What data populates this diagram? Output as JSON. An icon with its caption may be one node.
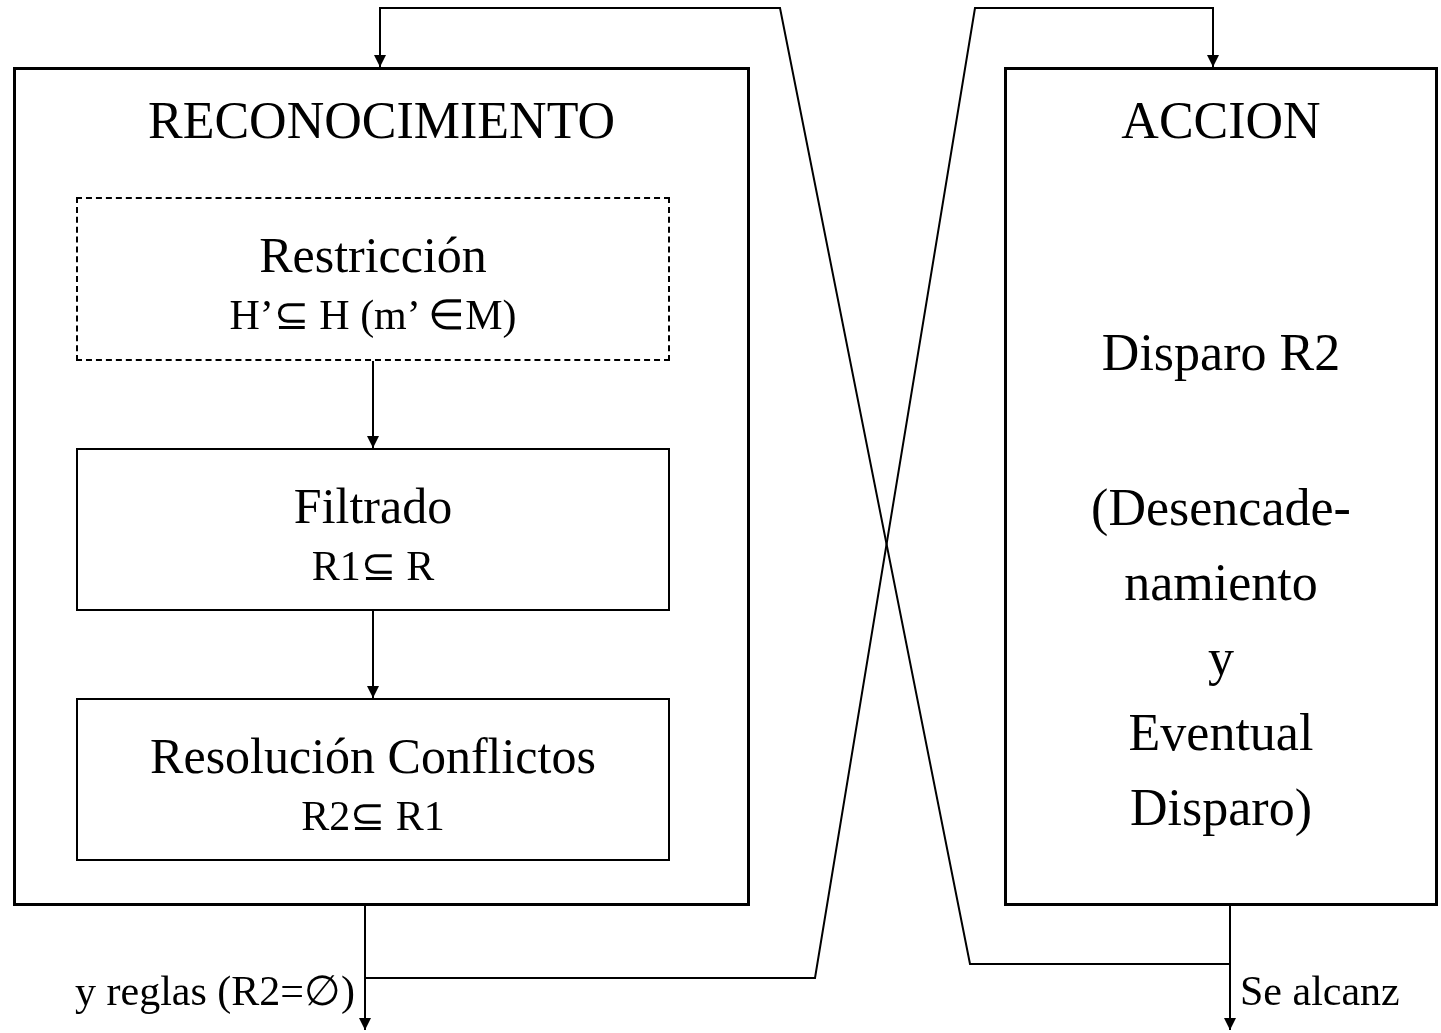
{
  "diagram": {
    "nodes": [
      {
        "text": [
          "RECONOCIMIENTO"
        ]
      },
      {
        "text": [
          "Restricción",
          "H’⊆ H (m’ ∈M)"
        ],
        "in": 0
      },
      {
        "text": [
          "Filtrado",
          "R1⊆ R"
        ],
        "in": 0
      },
      {
        "text": [
          "Resolución Conflictos",
          "R2⊆ R1"
        ],
        "in": 0
      },
      {
        "text": [
          "ACCION",
          "Disparo R2",
          "(Desencade- namiento y Eventual Disparo)"
        ]
      }
    ],
    "edges": [
      {
        "from": 1,
        "to": 2,
        "arrow": "to"
      },
      {
        "from": 2,
        "to": 3,
        "arrow": "to"
      },
      {
        "from": 0,
        "to": null,
        "arrow": "to",
        "label": "y reglas (R2=∅)"
      },
      {
        "from": 0,
        "to": 4,
        "arrow": "to"
      },
      {
        "from": 4,
        "to": null,
        "arrow": "to",
        "label": "Se alcanz"
      },
      {
        "from": 4,
        "to": 0,
        "arrow": "to"
      }
    ]
  }
}
